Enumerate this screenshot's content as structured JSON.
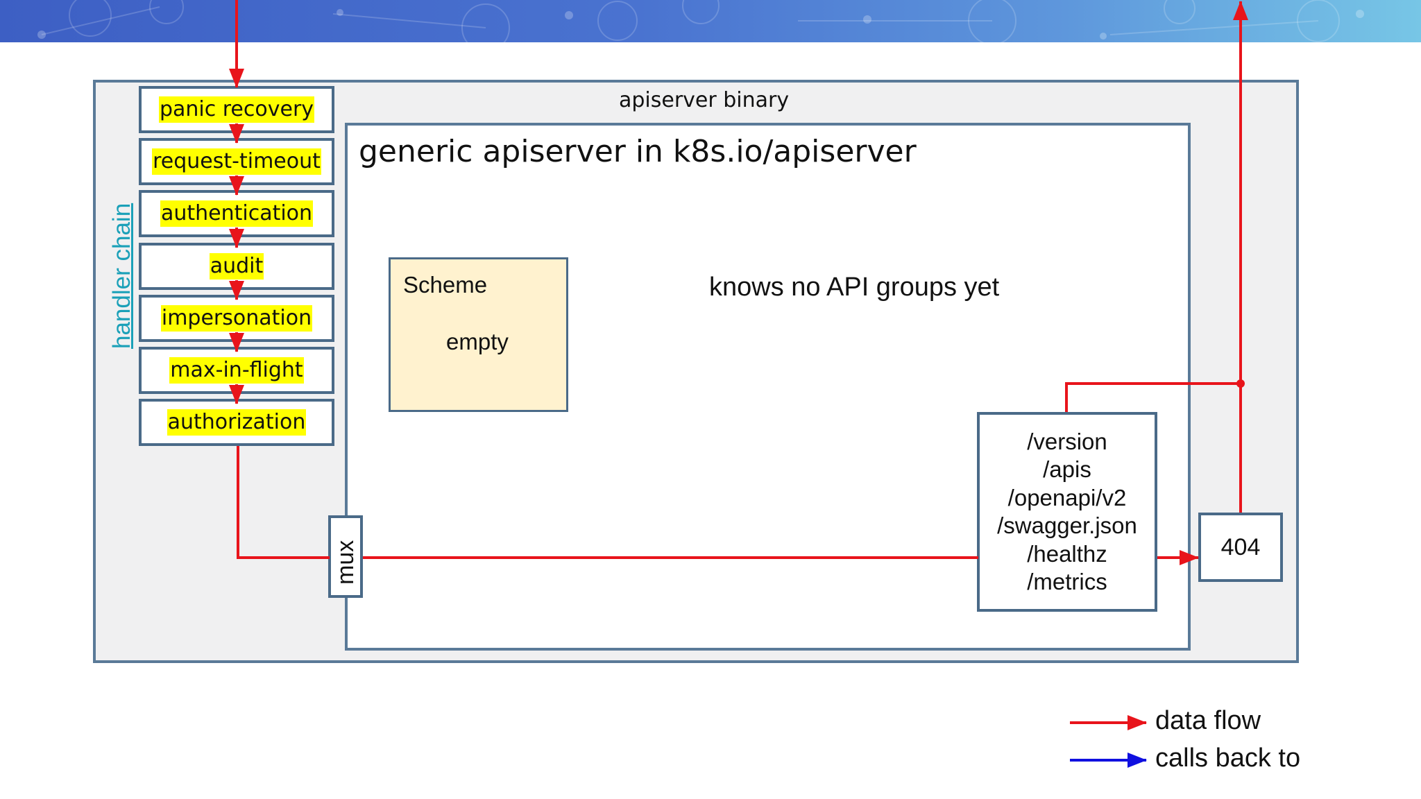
{
  "diagram": {
    "outer_label": "apiserver binary",
    "inner_title": "generic apiserver in k8s.io/apiserver",
    "handler_chain_label": "handler chain",
    "handler_chain": [
      "panic recovery",
      "request-timeout",
      "authentication",
      "audit",
      "impersonation",
      "max-in-flight",
      "authorization"
    ],
    "scheme": {
      "title": "Scheme",
      "content": "empty"
    },
    "note": "knows no API groups yet",
    "mux_label": "mux",
    "endpoints": [
      "/version",
      "/apis",
      "/openapi/v2",
      "/swagger.json",
      "/healthz",
      "/metrics"
    ],
    "not_found_label": "404"
  },
  "legend": [
    {
      "label": "data flow",
      "color": "#e8141b"
    },
    {
      "label": "calls back to",
      "color": "#1010e0"
    }
  ],
  "colors": {
    "banner": "#4a73d0",
    "highlight": "#ffff00",
    "box_border": "#4a6a88",
    "scheme_fill": "#fff2cf",
    "arrow_red": "#e8141b",
    "arrow_blue": "#1010e0",
    "handler_label": "#1aa0b8"
  }
}
